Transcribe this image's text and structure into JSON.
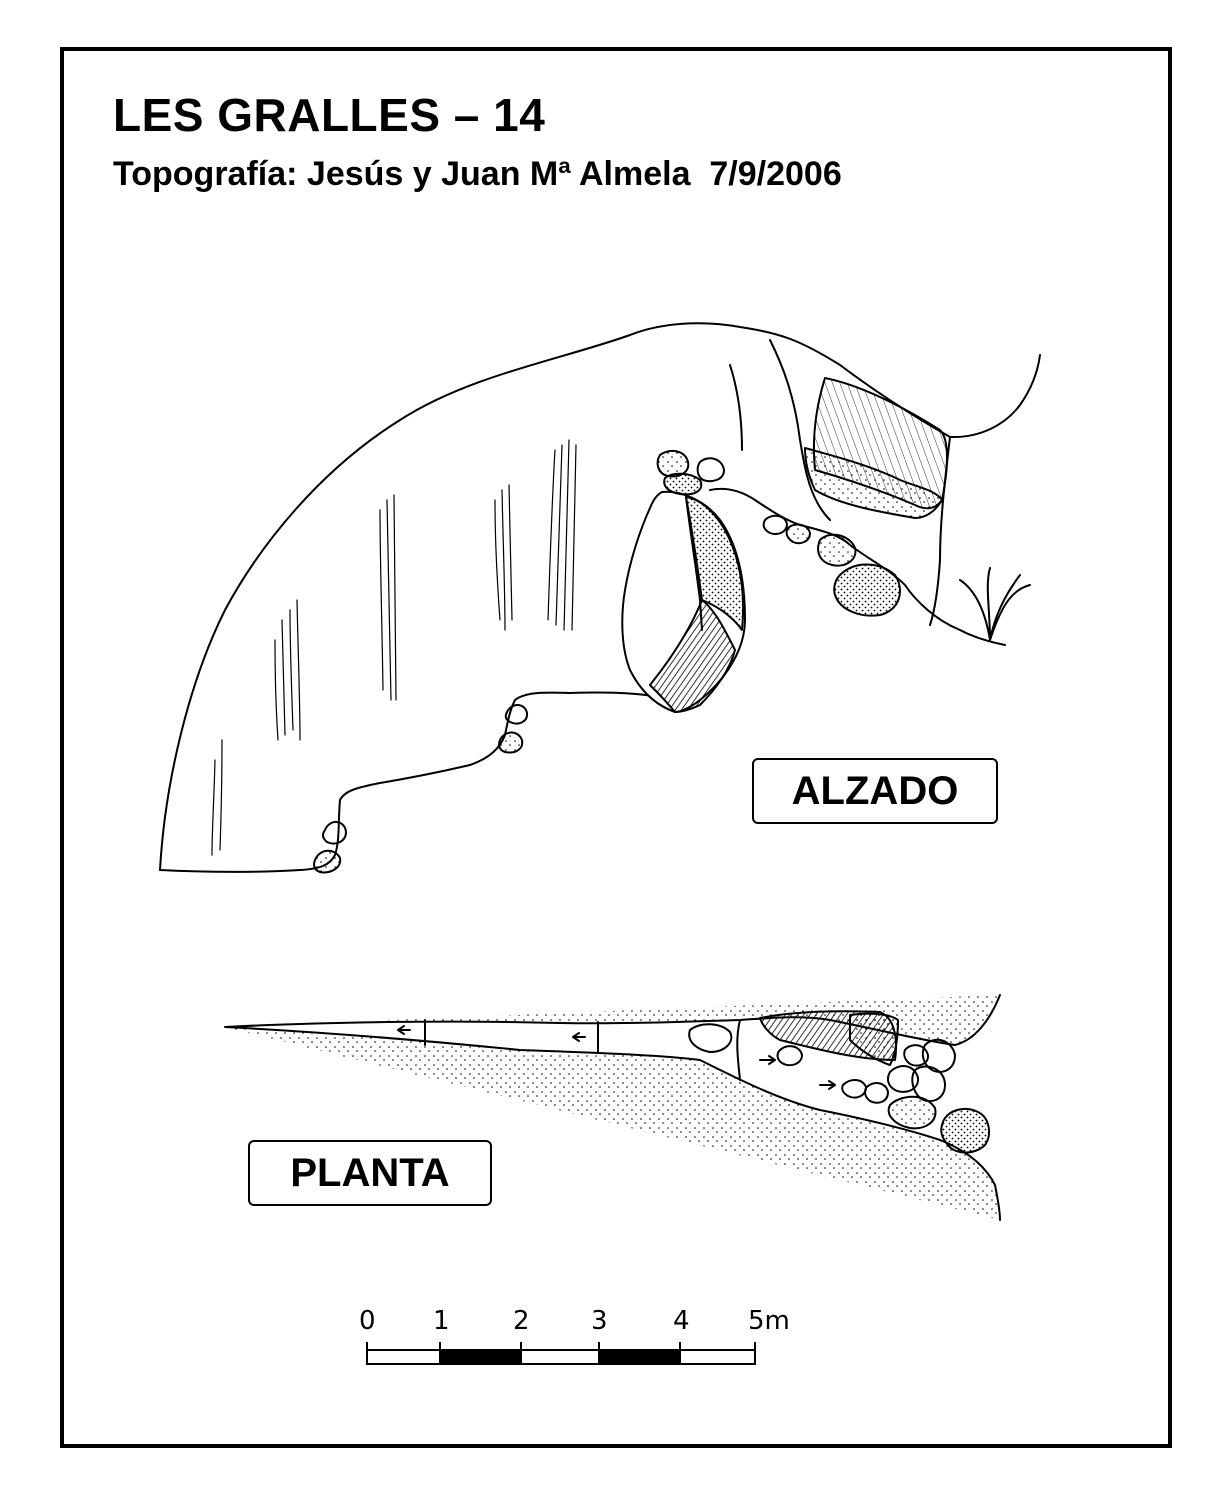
{
  "header": {
    "title": "LES GRALLES – 14",
    "subtitle": "Topografía: Jesús y Juan Mª Almela  7/9/2006"
  },
  "views": {
    "elevation_label": "ALZADO",
    "plan_label": "PLANTA"
  },
  "scale_bar": {
    "ticks": [
      "0",
      "1",
      "2",
      "3",
      "4",
      "5m"
    ]
  },
  "colors": {
    "ink": "#000000",
    "paper": "#ffffff"
  }
}
